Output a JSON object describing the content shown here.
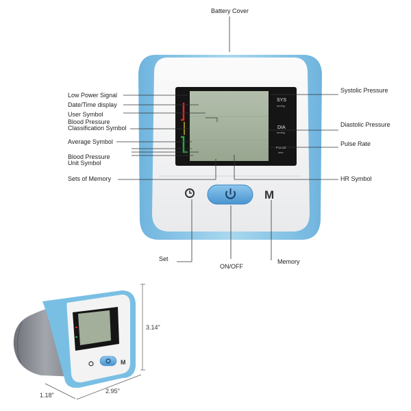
{
  "labels": {
    "battery_cover": "Battery Cover",
    "low_power_signal": "Low Power Signal",
    "date_time_display": "Date/Time display",
    "user_symbol": "User Symbol",
    "bp_classification_line1": "Blood Pressure",
    "bp_classification_line2": "Classification Symbol",
    "average_symbol": "Average Symbol",
    "bp_unit_line1": "Blood Pressure",
    "bp_unit_line2": "Unit Symbol",
    "sets_of_memory": "Sets of Memory",
    "systolic_pressure": "Systolic Pressure",
    "diastolic_pressure": "Diastolic Pressure",
    "pulse_rate": "Pulse Rate",
    "hr_symbol": "HR Symbol",
    "set": "Set",
    "on_off": "ON/OFF",
    "memory": "Memory"
  },
  "screen": {
    "sys": "SYS",
    "sys_unit": "mmHg",
    "dia": "DIA",
    "dia_unit": "mmHg",
    "pulse": "PULSE",
    "pulse_unit": "/min"
  },
  "buttons": {
    "memory_letter": "M"
  },
  "dimensions": {
    "height": "3.14\"",
    "depth": "1.18\"",
    "width": "2.95\""
  },
  "colors": {
    "device_blue": "#8cc8e6",
    "device_blue_dark": "#5aa6d2",
    "lcd_green": "#a6b39e",
    "button_blue": "#5fa7dc"
  }
}
